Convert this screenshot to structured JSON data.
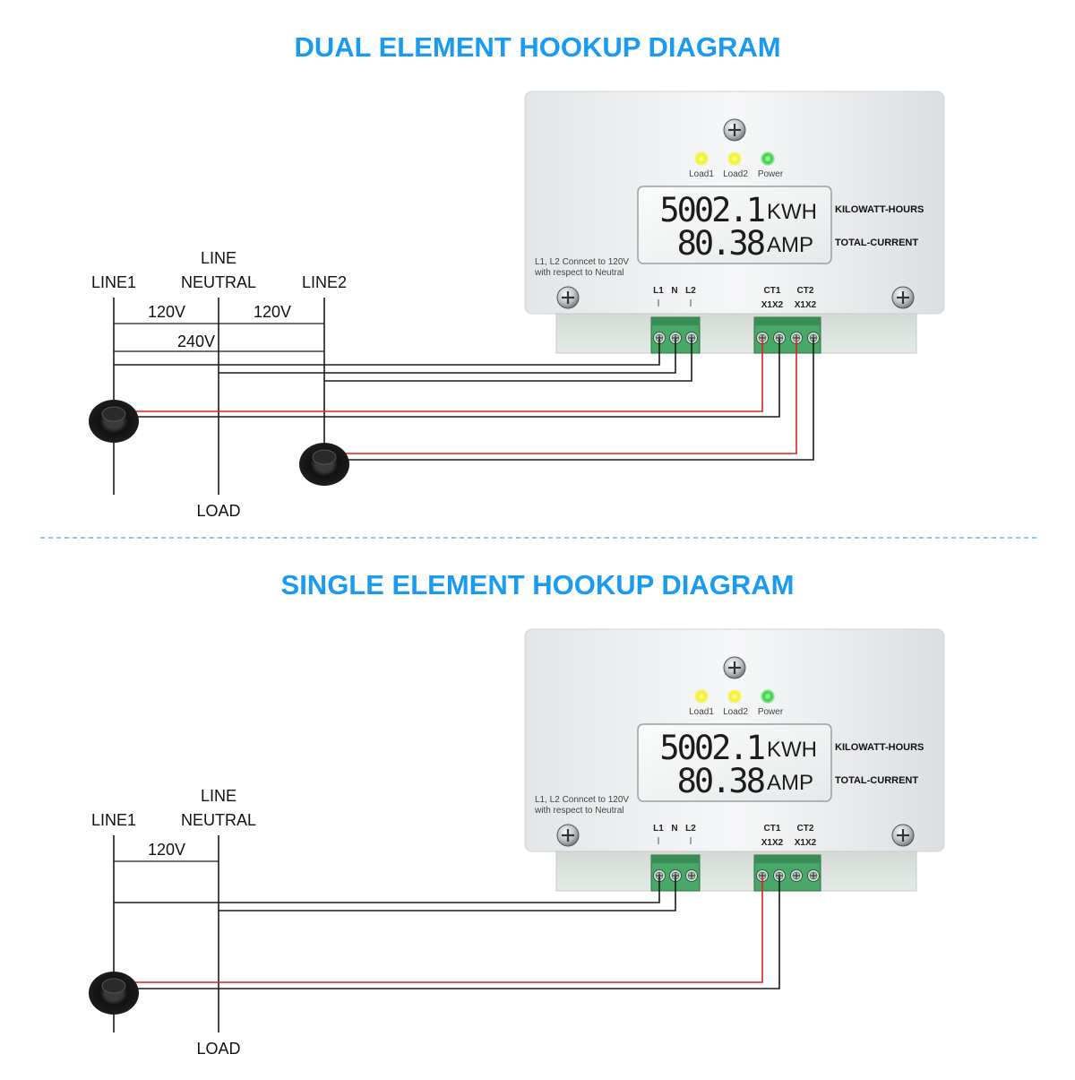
{
  "dual": {
    "title": "DUAL ELEMENT HOOKUP DIAGRAM",
    "labels": {
      "line1": "LINE1",
      "line_neutral_top": "LINE",
      "line_neutral_bottom": "NEUTRAL",
      "line2": "LINE2",
      "v_left": "120V",
      "v_right": "120V",
      "v_total": "240V",
      "load": "LOAD"
    }
  },
  "single": {
    "title": "SINGLE ELEMENT HOOKUP DIAGRAM",
    "labels": {
      "line1": "LINE1",
      "line_neutral_top": "LINE",
      "line_neutral_bottom": "NEUTRAL",
      "v_left": "120V",
      "load": "LOAD"
    }
  },
  "meter": {
    "led_load1": "Load1",
    "led_load2": "Load2",
    "led_power": "Power",
    "kwh_value": "5002.1",
    "kwh_unit": "KWH",
    "amp_value": "80.38",
    "amp_unit": "AMP",
    "kwh_caption": "KILOWATT-HOURS",
    "amp_caption": "TOTAL-CURRENT",
    "note_line1": "L1, L2 Conncet to 120V",
    "note_line2": "with respect to Neutral",
    "term_l1": "L1",
    "term_n": "N",
    "term_l2": "L2",
    "term_ct1": "CT1",
    "term_ct2": "CT2",
    "term_ct1_sub": "X1X2",
    "term_ct2_sub": "X1X2"
  },
  "colors": {
    "title": "#1a9bf0",
    "wire_black": "#1a1a1a",
    "wire_red": "#e02020",
    "led_yellow": "#f4f01c",
    "led_green": "#2ed23a",
    "terminal_green": "#49a76a",
    "divider": "#62b7e6"
  }
}
